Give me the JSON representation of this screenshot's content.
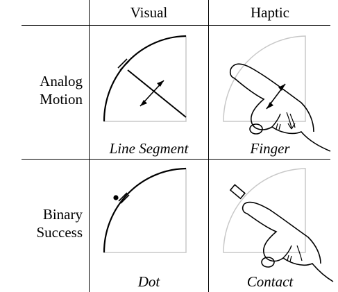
{
  "columns": {
    "visual": "Visual",
    "haptic": "Haptic"
  },
  "rows": {
    "analog": {
      "line1": "Analog",
      "line2": "Motion"
    },
    "binary": {
      "line1": "Binary",
      "line2": "Success"
    }
  },
  "captions": {
    "line_segment": "Line Segment",
    "finger": "Finger",
    "dot": "Dot",
    "contact": "Contact"
  },
  "colors": {
    "ink": "#000000",
    "faint_quadrant": "#c8c8c8"
  }
}
